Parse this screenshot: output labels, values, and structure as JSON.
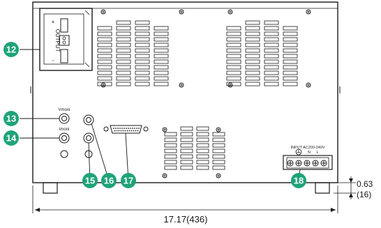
{
  "callouts": [
    "12",
    "13",
    "14",
    "15",
    "16",
    "17",
    "18"
  ],
  "labels": {
    "output": "OUTPUT",
    "plus": "+",
    "minus": "-",
    "vmoni": "Vmoni",
    "imoni": "Imoni",
    "input": "INPUT AC200-240V",
    "n": "N",
    "l": "L"
  },
  "dimensions": {
    "width": "17.17(436)",
    "foot_inch": "0.63",
    "foot_mm": "(16)"
  },
  "colors": {
    "callout": "#1fa37a",
    "line": "#1a1a1a"
  }
}
